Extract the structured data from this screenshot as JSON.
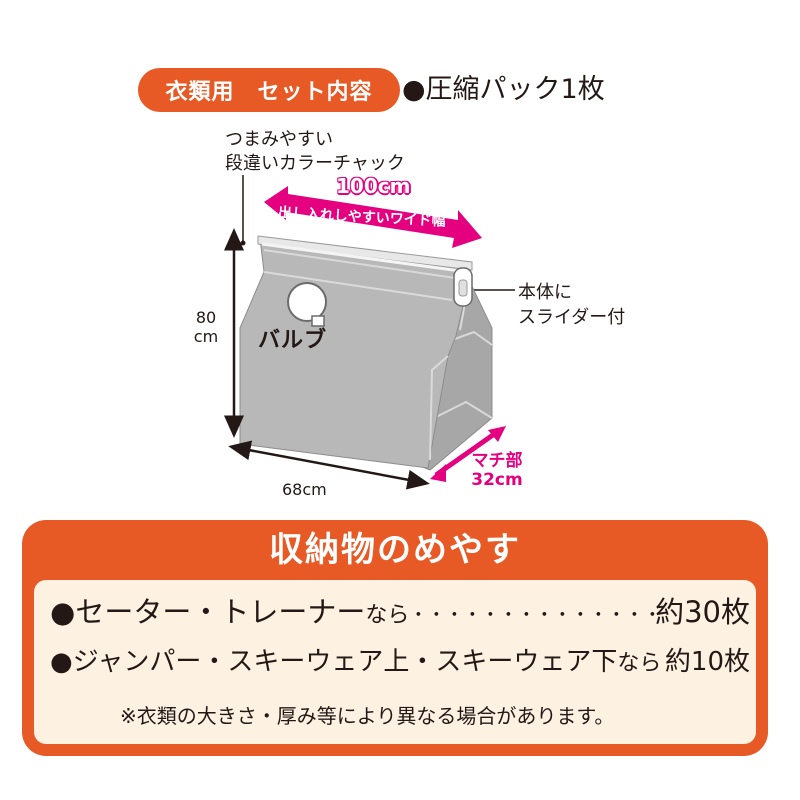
{
  "header": {
    "set_label": "衣類用　セット内容",
    "set_content": "●圧縮パック1枚"
  },
  "diagram": {
    "zipper_note": "つまみやすい\n段違いカラーチャック",
    "size_width": "100cm",
    "size_desc": "出し入れしやすいワイド幅",
    "slider_note": "本体に\nスライダー付",
    "height_label": "80\ncm",
    "valve_label": "バルブ",
    "width_label": "68cm",
    "depth_label": "マチ部\n32cm",
    "colors": {
      "pill": "#e75a26",
      "magenta": "#e4007f",
      "bag": "#b8b8b9"
    }
  },
  "guide": {
    "title": "収納物のめやす",
    "rows": [
      {
        "bullet": "●",
        "item": "セーター・トレーナー",
        "suffix": "なら",
        "qty": "約30枚"
      },
      {
        "bullet": "●",
        "item": "ジャンパー・スキーウェア上・スキーウェア下",
        "suffix": "なら",
        "qty": "約10枚"
      }
    ],
    "note": "※衣類の大きさ・厚み等により異なる場合があります。"
  }
}
